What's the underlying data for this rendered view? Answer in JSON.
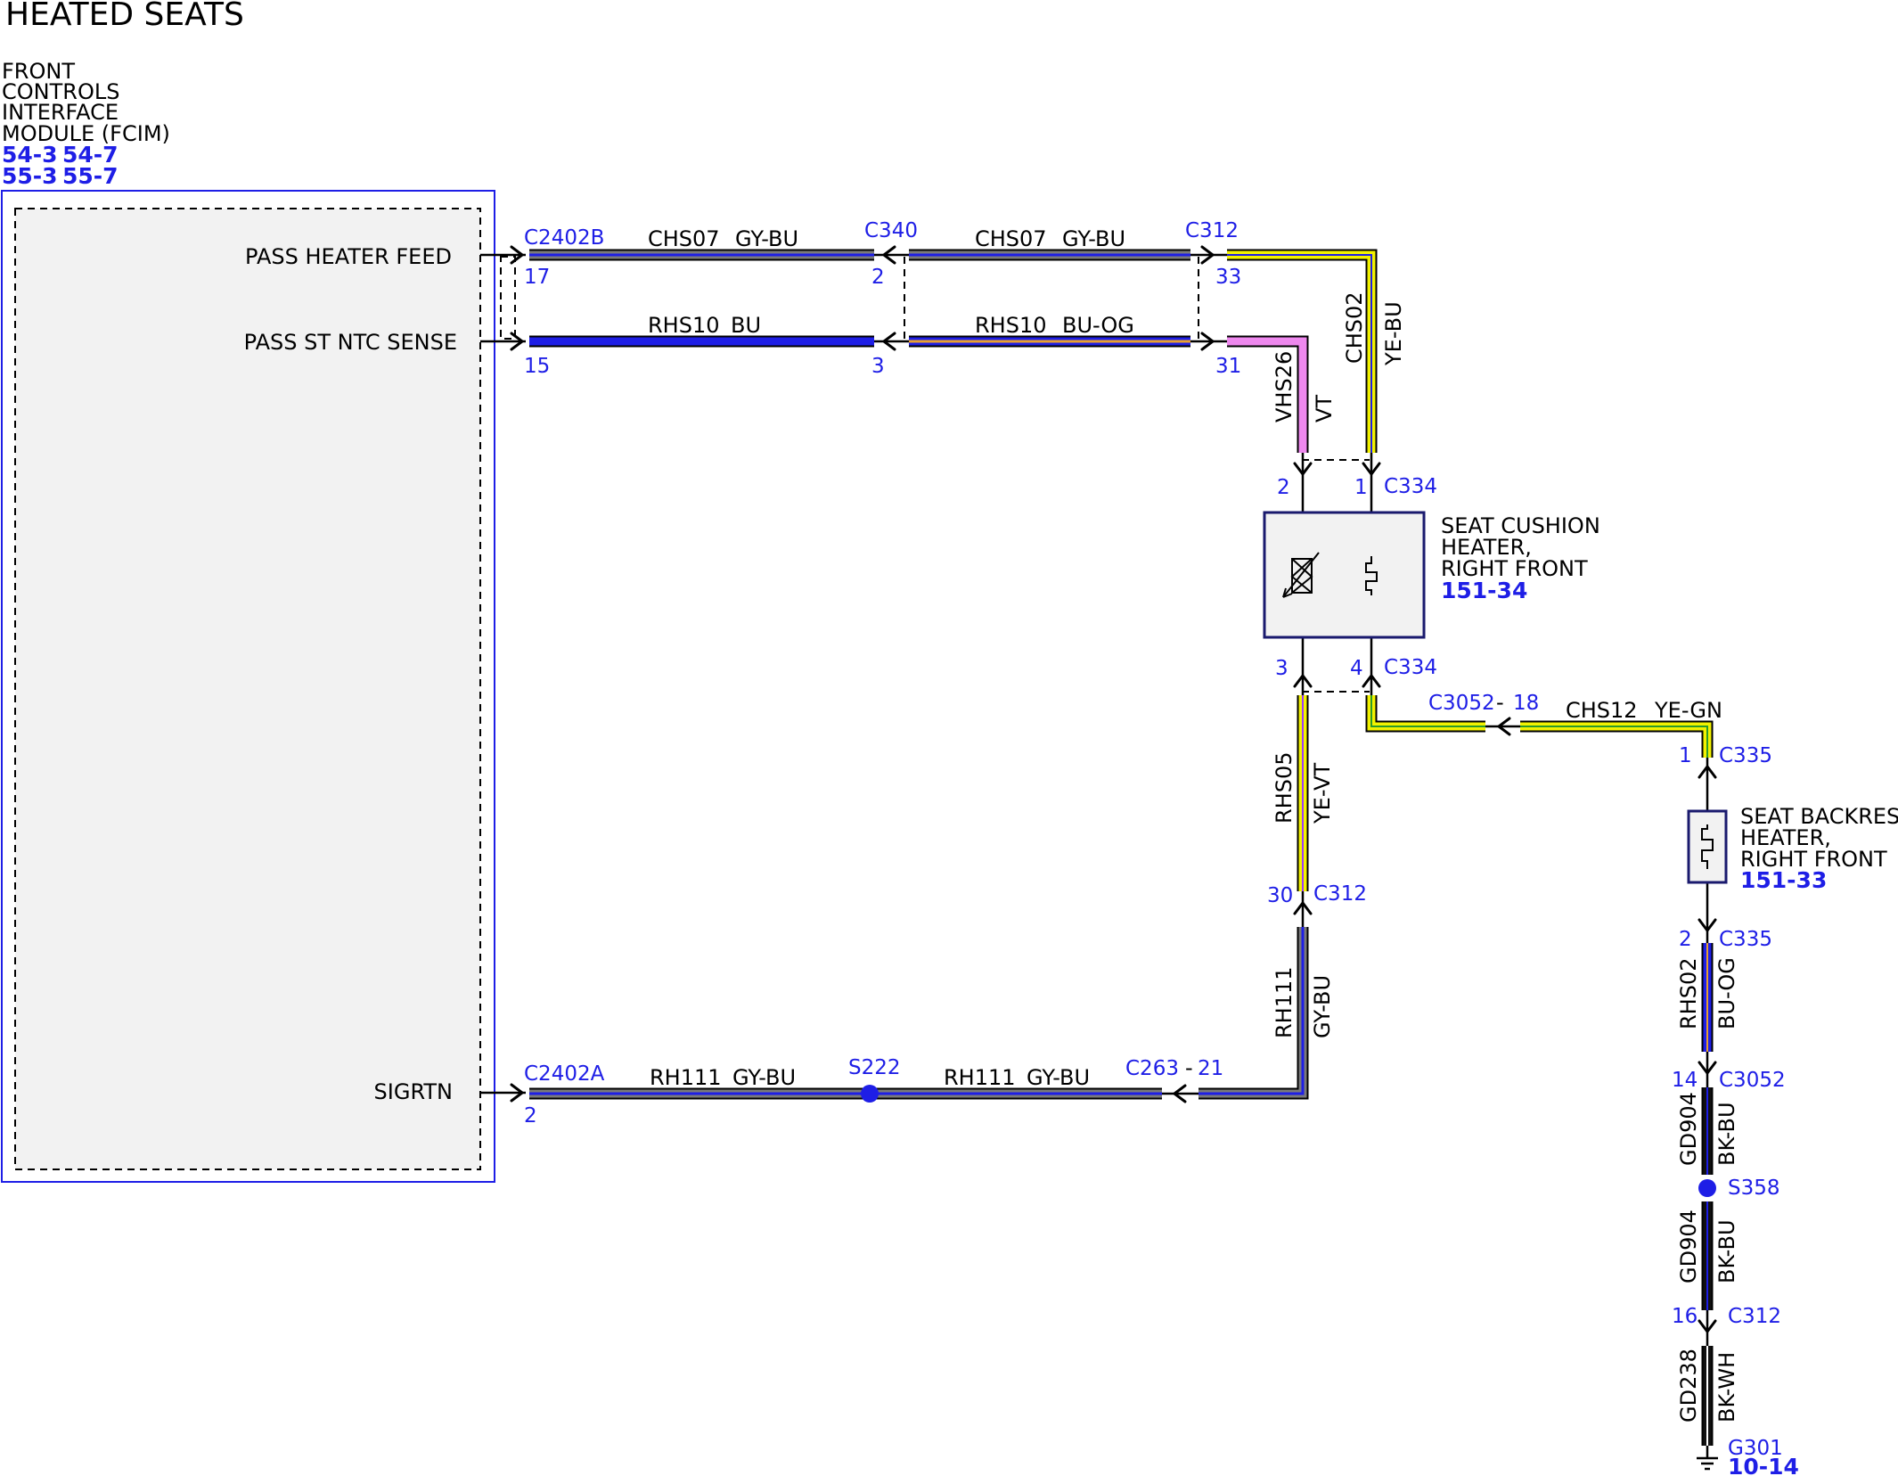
{
  "title": "HEATED SEATS",
  "module": {
    "name_lines": [
      "FRONT",
      "CONTROLS",
      "INTERFACE",
      "MODULE (FCIM)"
    ],
    "refs_row1": [
      "54-3",
      "54-7"
    ],
    "refs_row2": [
      "55-3",
      "55-7"
    ],
    "pins": [
      "PASS HEATER FEED",
      "PASS ST NTC SENSE",
      "SIGRTN"
    ]
  },
  "connectors": {
    "c2402b": "C2402B",
    "c2402a": "C2402A",
    "c340": "C340",
    "c312_top": "C312",
    "c312_mid": "C312",
    "c312_bot": "C312",
    "c334_top": "C334",
    "c334_bot": "C334",
    "c3052_a": "C3052",
    "c3052_a_sep": "-",
    "c3052_b": "C3052",
    "c335_top": "C335",
    "c335_bot": "C335",
    "c263": "C263",
    "c263_sep": "-",
    "s222": "S222",
    "s358": "S358",
    "g301": "G301",
    "g301_ref": "10-14"
  },
  "pin_numbers": {
    "p17": "17",
    "p15": "15",
    "p2_c340": "2",
    "p3_c340": "3",
    "p33": "33",
    "p31": "31",
    "p2_c334": "2",
    "p1_c334": "1",
    "p3_c334": "3",
    "p4_c334": "4",
    "p18": "18",
    "p1_c335": "1",
    "p2_c335": "2",
    "p30": "30",
    "p21": "21",
    "p2_c2402a": "2",
    "p14": "14",
    "p16": "16"
  },
  "wires": {
    "chs07_a": {
      "circuit": "CHS07",
      "color": "GY-BU"
    },
    "chs07_b": {
      "circuit": "CHS07",
      "color": "GY-BU"
    },
    "rhs10_a": {
      "circuit": "RHS10",
      "color": "BU"
    },
    "rhs10_b": {
      "circuit": "RHS10",
      "color": "BU-OG"
    },
    "chs02": {
      "circuit": "CHS02",
      "color": "YE-BU"
    },
    "vhs26": {
      "circuit": "VHS26",
      "color": "VT"
    },
    "rhs05": {
      "circuit": "RHS05",
      "color": "YE-VT"
    },
    "chs12": {
      "circuit": "CHS12",
      "color": "YE-GN"
    },
    "rh111_v": {
      "circuit": "RH111",
      "color": "GY-BU"
    },
    "rh111_a": {
      "circuit": "RH111",
      "color": "GY-BU"
    },
    "rh111_b": {
      "circuit": "RH111",
      "color": "GY-BU"
    },
    "rhs02": {
      "circuit": "RHS02",
      "color": "BU-OG"
    },
    "gd904_a": {
      "circuit": "GD904",
      "color": "BK-BU"
    },
    "gd904_b": {
      "circuit": "GD904",
      "color": "BK-BU"
    },
    "gd238": {
      "circuit": "GD238",
      "color": "BK-WH"
    }
  },
  "components": {
    "cushion": {
      "lines": [
        "SEAT CUSHION",
        "HEATER,",
        "RIGHT FRONT"
      ],
      "ref": "151-34"
    },
    "backrest": {
      "lines": [
        "SEAT BACKREST",
        "HEATER,",
        "RIGHT FRONT"
      ],
      "ref": "151-33"
    }
  },
  "colors": {
    "gray": "#7a7a7a",
    "blue": "#1e1ee6",
    "yellow": "#f2f200",
    "violet": "#ee88ee",
    "black": "#111111",
    "module_border": "#1e1ee6",
    "module_fill": "#f2f2f2",
    "component_border": "#1a1a6e"
  }
}
